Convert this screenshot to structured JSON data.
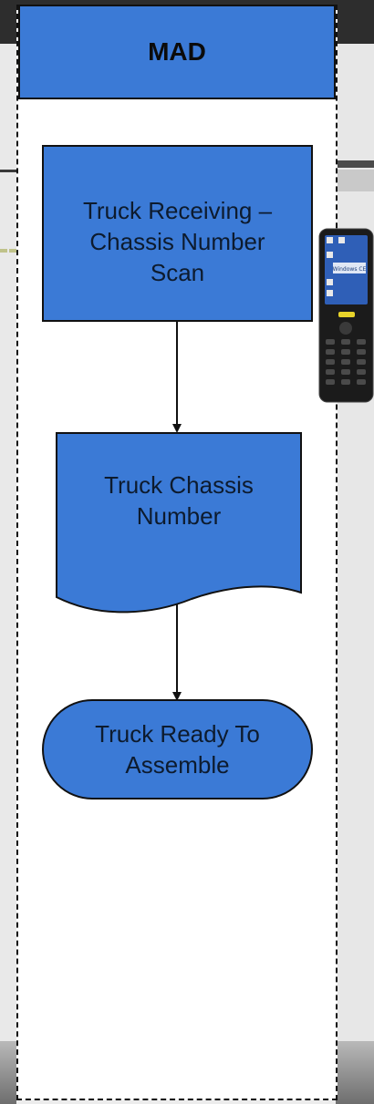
{
  "lane": {
    "title": "MAD"
  },
  "nodes": {
    "process": {
      "label": "Truck Receiving –\nChassis Number\nScan",
      "shape": "process"
    },
    "document": {
      "label": "Truck Chassis\nNumber",
      "shape": "document"
    },
    "terminal": {
      "label": "Truck Ready To\nAssemble",
      "shape": "terminator"
    }
  },
  "edges": [
    {
      "from": "process",
      "to": "document"
    },
    {
      "from": "document",
      "to": "terminal"
    }
  ],
  "device": {
    "screen_text": "Windows CE",
    "icon": "handheld-scanner-icon"
  },
  "colors": {
    "node_fill": "#3b7ad6",
    "node_stroke": "#111111",
    "lane_border": "#111111"
  }
}
